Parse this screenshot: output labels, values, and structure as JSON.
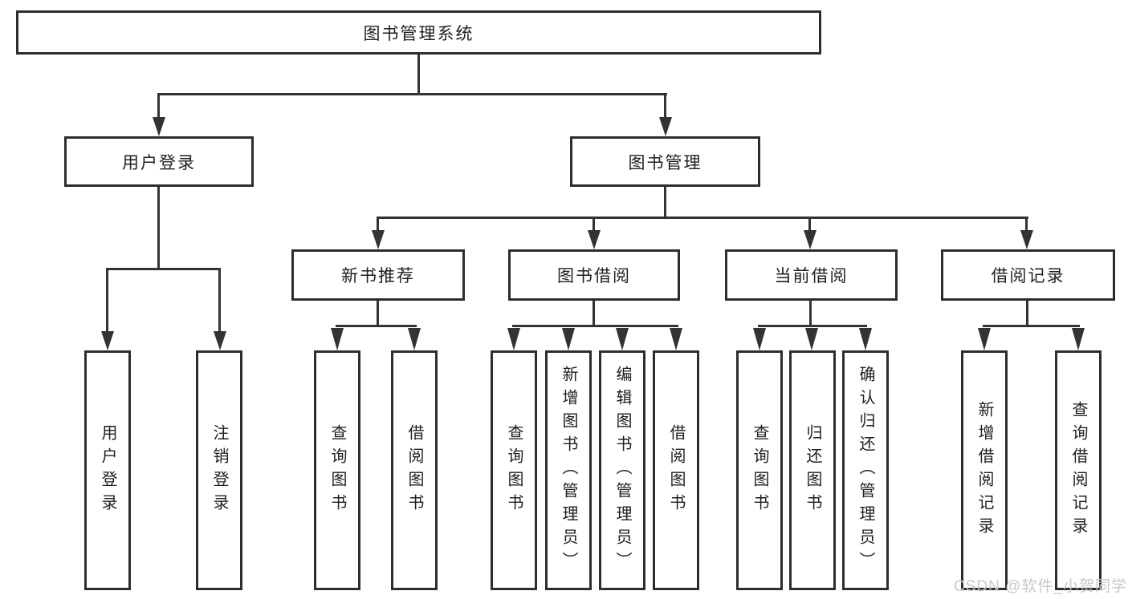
{
  "diagram": {
    "title": "图书管理系统",
    "level2": {
      "user_login": "用户登录",
      "book_management": "图书管理"
    },
    "level3": {
      "new_book_recommend": "新书推荐",
      "book_borrow": "图书借阅",
      "current_borrow": "当前借阅",
      "borrow_records": "借阅记录"
    },
    "leaves": {
      "user_login": "用户登录",
      "logout": "注销登录",
      "rec_query_books": "查询图书",
      "rec_borrow_books": "借阅图书",
      "bb_query_books": "查询图书",
      "bb_add_books": "新增图书（管理员）",
      "bb_edit_books": "编辑图书（管理员）",
      "bb_borrow_books": "借阅图书",
      "cb_query_books": "查询图书",
      "cb_return_books": "归还图书",
      "cb_confirm_return": "确认归还（管理员）",
      "br_add_record": "新增借阅记录",
      "br_query_record": "查询借阅记录"
    },
    "watermark": "CSDN @软件_小贺同学"
  },
  "colors": {
    "line": "#333333",
    "box_border": "#2d2d2d",
    "text": "#1f1f1f",
    "watermark": "#c8c8c8",
    "background": "#ffffff"
  }
}
